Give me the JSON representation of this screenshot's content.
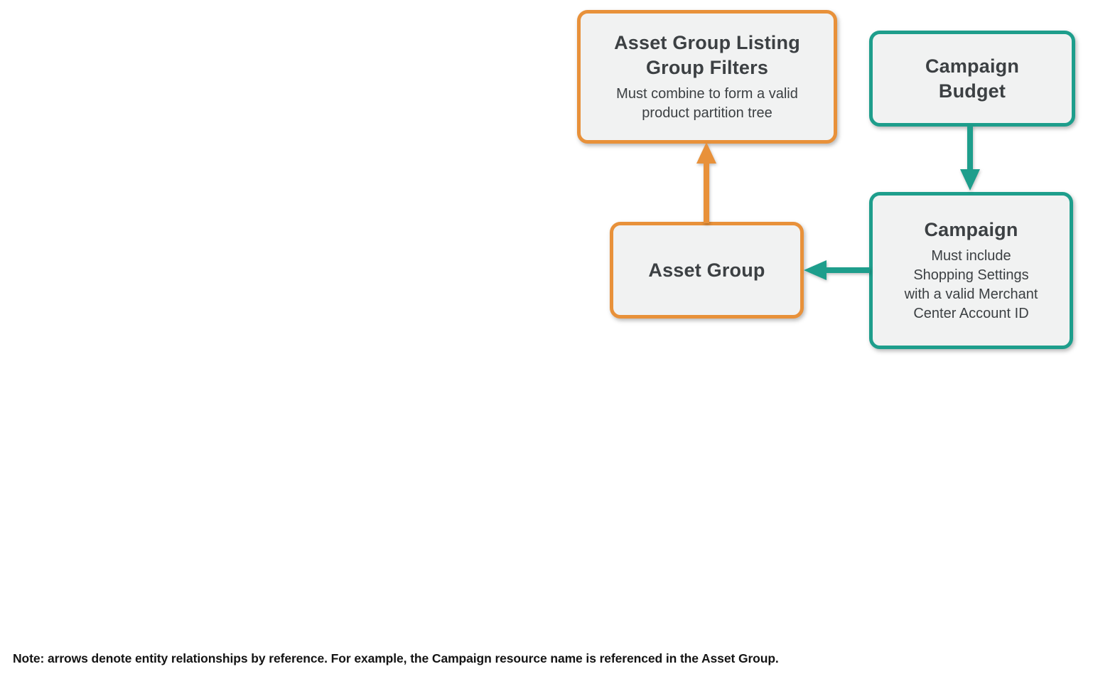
{
  "colors": {
    "orange": "#E8913A",
    "teal": "#1E9E8C",
    "box-bg": "#F1F2F2",
    "title-text": "#3C4043",
    "subtitle-text": "#3C4043",
    "note-text": "#141414",
    "page-bg": "#FFFFFF"
  },
  "diagram": {
    "nodes": [
      {
        "id": "asset-group-listing-group-filters",
        "title": "Asset Group Listing Group Filters",
        "subtitle": "Must combine to form a valid product partition tree",
        "color": "orange"
      },
      {
        "id": "campaign-budget",
        "title": "Campaign Budget",
        "subtitle": "",
        "color": "teal"
      },
      {
        "id": "asset-group",
        "title": "Asset Group",
        "subtitle": "",
        "color": "orange"
      },
      {
        "id": "campaign",
        "title": "Campaign",
        "subtitle": "Must include Shopping Settings with a valid Merchant Center Account ID",
        "color": "teal"
      }
    ],
    "edges": [
      {
        "from": "asset-group",
        "to": "asset-group-listing-group-filters",
        "color": "orange",
        "direction": "up"
      },
      {
        "from": "campaign-budget",
        "to": "campaign",
        "color": "teal",
        "direction": "down"
      },
      {
        "from": "campaign",
        "to": "asset-group",
        "color": "teal",
        "direction": "left"
      }
    ],
    "note": "Note: arrows denote entity relationships by reference. For example, the Campaign resource name is referenced in the Asset Group."
  }
}
